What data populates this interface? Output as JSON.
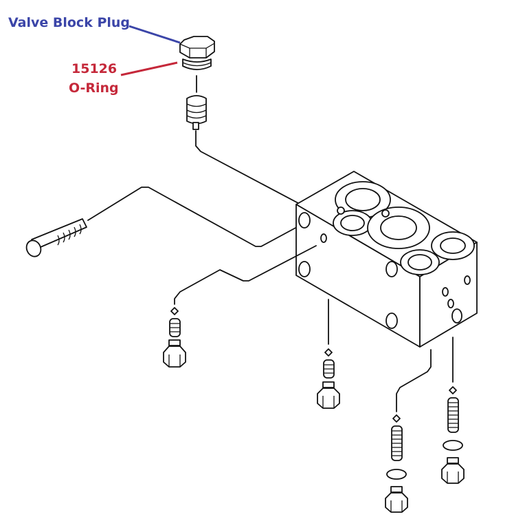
{
  "title": "Valve block exploded parts diagram",
  "labels": {
    "valve_block_plug": "Valve Block Plug",
    "oring_number": "15126",
    "oring_name": "O-Ring"
  },
  "colors": {
    "plug_label": "#3b45a8",
    "oring_label": "#c5283a",
    "linework": "#111111"
  }
}
